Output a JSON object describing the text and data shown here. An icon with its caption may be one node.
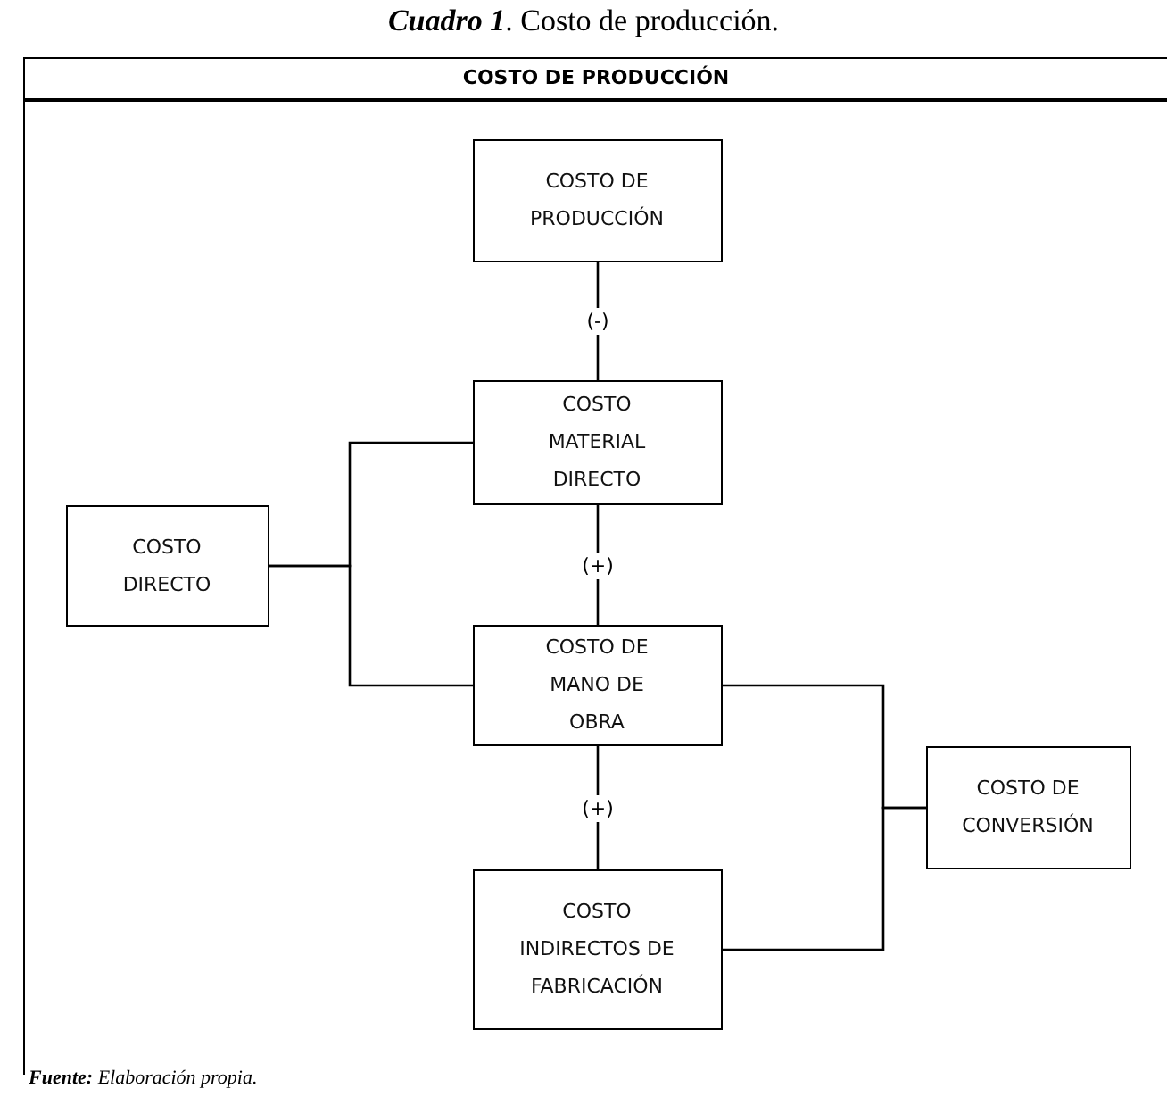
{
  "diagram": {
    "title": "**Cuadro 1**. Costo de producción.",
    "caption": "**Fuente:** Elaboración propia.",
    "nodes": [
      {
        "text": [
          "COSTO DE PRODUCCIÓN"
        ]
      },
      {
        "text": [
          "COSTO DE PRODUCCIÓN"
        ],
        "in": 0
      },
      {
        "text": [
          "COSTO MATERIAL DIRECTO"
        ],
        "in": 0
      },
      {
        "text": [
          "COSTO DIRECTO"
        ],
        "in": 0
      },
      {
        "text": [
          "COSTO DE MANO DE OBRA"
        ],
        "in": 0
      },
      {
        "text": [
          "COSTO DE CONVERSIÓN"
        ],
        "in": 0
      },
      {
        "text": [
          "COSTO INDIRECTOS DE FABRICACIÓN"
        ],
        "in": 0
      }
    ],
    "edges": [
      {
        "from": 1,
        "to": 2,
        "arrow": "none",
        "label": "(-)"
      },
      {
        "from": 2,
        "to": 4,
        "arrow": "none",
        "label": "(+)"
      },
      {
        "from": 4,
        "to": 6,
        "arrow": "none",
        "label": "(+)"
      },
      {
        "from": 3,
        "to": 2,
        "arrow": "none"
      },
      {
        "from": 3,
        "to": 4,
        "arrow": "none"
      },
      {
        "from": 5,
        "to": 4,
        "arrow": "none"
      },
      {
        "from": 5,
        "to": 6,
        "arrow": "none"
      }
    ]
  }
}
